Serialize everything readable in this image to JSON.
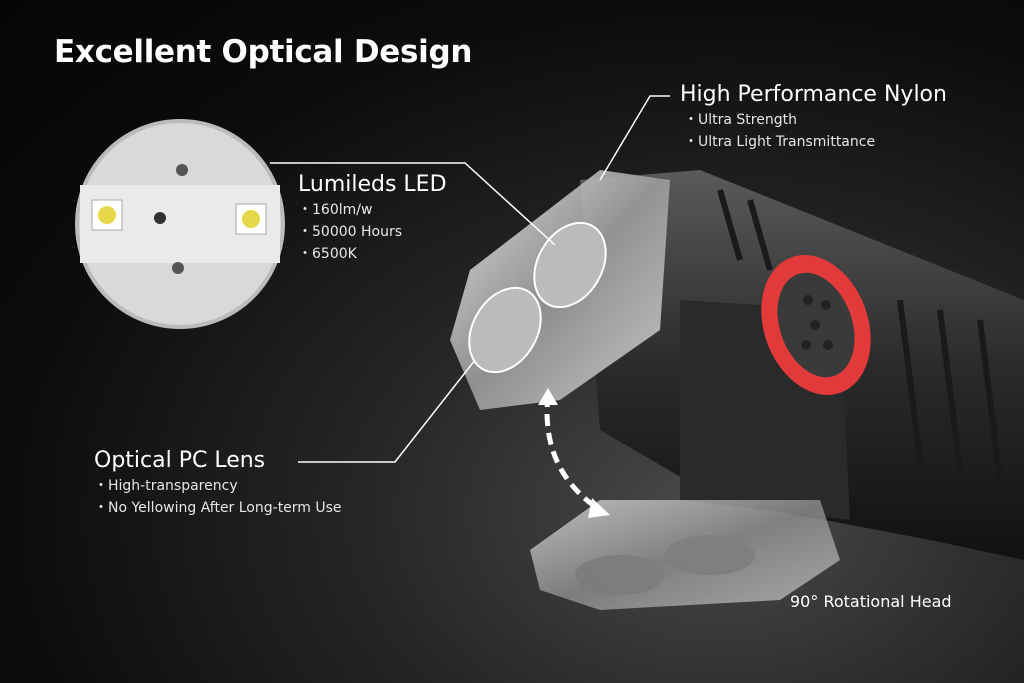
{
  "title": "Excellent Optical Design",
  "callouts": {
    "nylon": {
      "heading": "High Performance Nylon",
      "bullets": [
        "Ultra Strength",
        "Ultra Light Transmittance"
      ]
    },
    "led": {
      "heading": "Lumileds LED",
      "bullets": [
        "160lm/w",
        "50000 Hours",
        "6500K"
      ]
    },
    "lens": {
      "heading": "Optical PC Lens",
      "bullets": [
        "High-transparency",
        "No Yellowing After Long-term Use"
      ]
    },
    "rotation": {
      "heading": "90° Rotational Head"
    }
  },
  "colors": {
    "accent_red": "#e23a3a",
    "background": "#0c0c0c",
    "text": "#ffffff"
  }
}
